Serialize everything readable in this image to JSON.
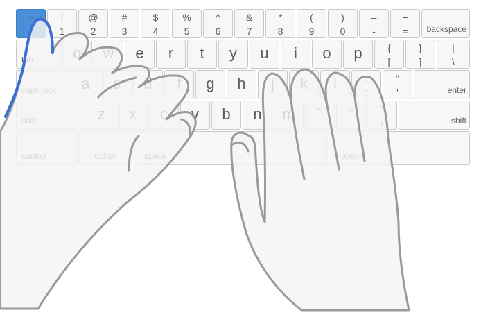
{
  "keyboard": {
    "rows": [
      {
        "name": "number-row",
        "keys": [
          {
            "id": "tilde",
            "top": "~",
            "bottom": "`",
            "active": true
          },
          {
            "id": "1",
            "top": "!",
            "bottom": "1"
          },
          {
            "id": "2",
            "top": "@",
            "bottom": "2"
          },
          {
            "id": "3",
            "top": "#",
            "bottom": "3"
          },
          {
            "id": "4",
            "top": "$",
            "bottom": "4"
          },
          {
            "id": "5",
            "top": "%",
            "bottom": "5"
          },
          {
            "id": "6",
            "top": "^",
            "bottom": "6"
          },
          {
            "id": "7",
            "top": "&",
            "bottom": "7"
          },
          {
            "id": "8",
            "top": "*",
            "bottom": "8"
          },
          {
            "id": "9",
            "top": "(",
            "bottom": "9"
          },
          {
            "id": "0",
            "top": ")",
            "bottom": "0"
          },
          {
            "id": "minus",
            "top": "–",
            "bottom": "-"
          },
          {
            "id": "equals",
            "top": "+",
            "bottom": "="
          },
          {
            "id": "backspace",
            "label": "backspace"
          }
        ]
      },
      {
        "name": "top-letter-row",
        "keys": [
          {
            "id": "tab",
            "label": "tab"
          },
          {
            "id": "q",
            "main": "q"
          },
          {
            "id": "w",
            "main": "w"
          },
          {
            "id": "e",
            "main": "e"
          },
          {
            "id": "r",
            "main": "r"
          },
          {
            "id": "t",
            "main": "t"
          },
          {
            "id": "y",
            "main": "y"
          },
          {
            "id": "u",
            "main": "u"
          },
          {
            "id": "i",
            "main": "i"
          },
          {
            "id": "o",
            "main": "o"
          },
          {
            "id": "p",
            "main": "p"
          },
          {
            "id": "lbracket",
            "top": "{",
            "bottom": "["
          },
          {
            "id": "rbracket",
            "top": "}",
            "bottom": "]"
          },
          {
            "id": "backslash",
            "top": "|",
            "bottom": "\\"
          }
        ]
      },
      {
        "name": "home-row",
        "keys": [
          {
            "id": "capslock",
            "label": "caps lock"
          },
          {
            "id": "a",
            "main": "a"
          },
          {
            "id": "s",
            "main": "s"
          },
          {
            "id": "d",
            "main": "d"
          },
          {
            "id": "f",
            "main": "f"
          },
          {
            "id": "g",
            "main": "g"
          },
          {
            "id": "h",
            "main": "h"
          },
          {
            "id": "j",
            "main": "j"
          },
          {
            "id": "k",
            "main": "k"
          },
          {
            "id": "l",
            "main": "l"
          },
          {
            "id": "semicolon",
            "top": ":",
            "bottom": ";"
          },
          {
            "id": "quote",
            "top": "\"",
            "bottom": "'"
          },
          {
            "id": "enter",
            "label": "enter"
          }
        ]
      },
      {
        "name": "bottom-letter-row",
        "keys": [
          {
            "id": "lshift",
            "label": "shift"
          },
          {
            "id": "z",
            "main": "z"
          },
          {
            "id": "x",
            "main": "x"
          },
          {
            "id": "c",
            "main": "c"
          },
          {
            "id": "v",
            "main": "v"
          },
          {
            "id": "b",
            "main": "b"
          },
          {
            "id": "n",
            "main": "n"
          },
          {
            "id": "m",
            "main": "m"
          },
          {
            "id": "comma",
            "top": "<",
            "bottom": ","
          },
          {
            "id": "period",
            "top": ">",
            "bottom": "."
          },
          {
            "id": "slash",
            "top": "?",
            "bottom": "/"
          },
          {
            "id": "rshift",
            "label": "shift"
          }
        ]
      },
      {
        "name": "modifier-row",
        "keys": [
          {
            "id": "control",
            "label": "control"
          },
          {
            "id": "loption",
            "label": "option"
          },
          {
            "id": "space",
            "label": "space"
          },
          {
            "id": "roption",
            "label": "option"
          },
          {
            "id": "blank",
            "label": ""
          }
        ]
      }
    ]
  },
  "colors": {
    "key_bg": "#f7f7f7",
    "key_border": "#c9c9c9",
    "key_text": "#5b5b5b",
    "active_key": "#4a90d9",
    "hand_fill": "#f4f4f4",
    "hand_outline": "#9a9a9a",
    "active_finger": "#3b6fd6"
  }
}
